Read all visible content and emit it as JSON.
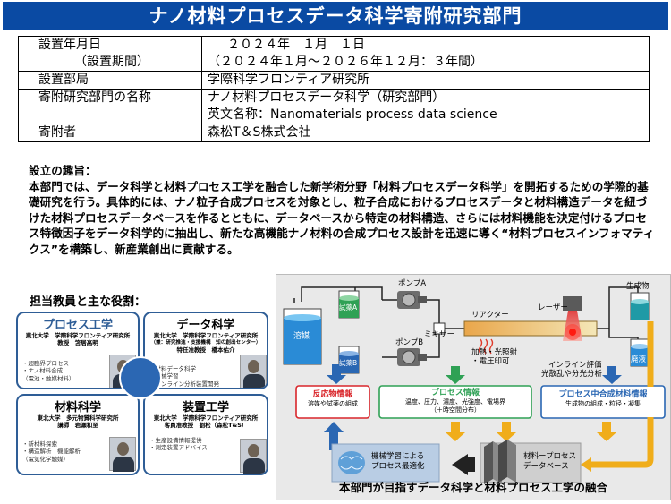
{
  "title": "ナノ材料プロセスデータ科学寄附研究部門",
  "table": {
    "period_label": "設置年月日",
    "period_sublabel": "（設置期間）",
    "period_value": "２０２４年　１月　１日",
    "period_range": "（２０２４年１月～２０２６年１２月：３年間）",
    "dept_label": "設置部局",
    "dept_value": "学際科学フロンティア研究所",
    "name_label": "寄附研究部門の名称",
    "name_value": "ナノ材料プロセスデータ科学（研究部門）",
    "name_en": "英文名称：Nanomaterials process data science",
    "donor_label": "寄附者",
    "donor_value": "森松T＆S株式会社"
  },
  "purpose": {
    "heading": "設立の趣旨：",
    "body": "本部門では、データ科学と材料プロセス工学を融合した新学術分野「材料プロセスデータ科学」を開拓するための学際的基礎研究を行う。具体的には、ナノ粒子合成プロセスを対象とし、粒子合成におけるプロセスデータと材料構造データを紐づけた材料プロセスデータベースを作るとともに、データベースから特定の材料構造、さらには材料機能を決定付けるプロセス特徴因子をデータ科学的に抽出し、新たな高機能ナノ材料の合成プロセス設計を迅速に導く“材料プロセスインフォマティクス”を構築し、新産業創出に貢献する。"
  },
  "roles": {
    "heading": "担当教員と主な役割：",
    "cards": [
      {
        "title": "プロセス工学",
        "aff1": "東北大学　学際科学フロンティア研究所",
        "aff2": "教授　笘居高明",
        "bullets": [
          "・超臨界プロセス",
          "・ナノ材料合成",
          "（電池・触媒材料）"
        ]
      },
      {
        "title": "データ科学",
        "aff1": "東北大学　学際科学フロンティア研究所",
        "aff2": "（兼：研究推進・支援機構　知の創出センター）",
        "aff3": "特任准教授　橋本佑介",
        "bullets": [
          "・材料データ科学",
          "・機械学習",
          "・インライン分析装置開発"
        ]
      },
      {
        "title": "材料科学",
        "aff1": "東北大学　多元物質科学研究所",
        "aff2": "講師　岩瀬和至",
        "bullets": [
          "・新材料探索",
          "・構造解析　機能解析",
          "（電気化学触媒）"
        ]
      },
      {
        "title": "装置工学",
        "aff1": "東北大学　学際科学フロンティア研究所",
        "aff2": "客員准教授　劉松（森松T&S）",
        "bullets": [
          "・生産設備情報提供",
          "・測定装置アドバイス"
        ]
      }
    ]
  },
  "diagram": {
    "solvent": "溶媒",
    "reagent_a": "試薬A",
    "reagent_b": "試薬B",
    "pump_a": "ポンプA",
    "pump_b": "ポンプB",
    "mixer": "ミキサー",
    "reactor": "リアクター",
    "laser": "レーザー",
    "heat": "加熱・光照射\n・電圧印可",
    "inline": "インライン評価",
    "scatter": "光散乱や分光分析",
    "product": "生成物",
    "waste": "廃液",
    "box1_title": "反応物情報",
    "box1_desc": "溶媒や試薬の組成",
    "box2_title": "プロセス情報",
    "box2_desc": "温度、圧力、濃度、光強度、電場界\n（＋時空間分布）",
    "box3_title": "プロセス中合成材料情報",
    "box3_desc": "生成物の組成・粒径・凝集",
    "ml": "機械学習による\nプロセス最適化",
    "db": "材料ープロセス\nデータベース",
    "caption": "本部門が目指すデータ科学と材料プロセス工学の融合",
    "colors": {
      "red": "#d9262b",
      "green": "#2fa155",
      "blue": "#2a67b3",
      "orange": "#f0ad1a",
      "teal": "#1f9aa6"
    }
  }
}
